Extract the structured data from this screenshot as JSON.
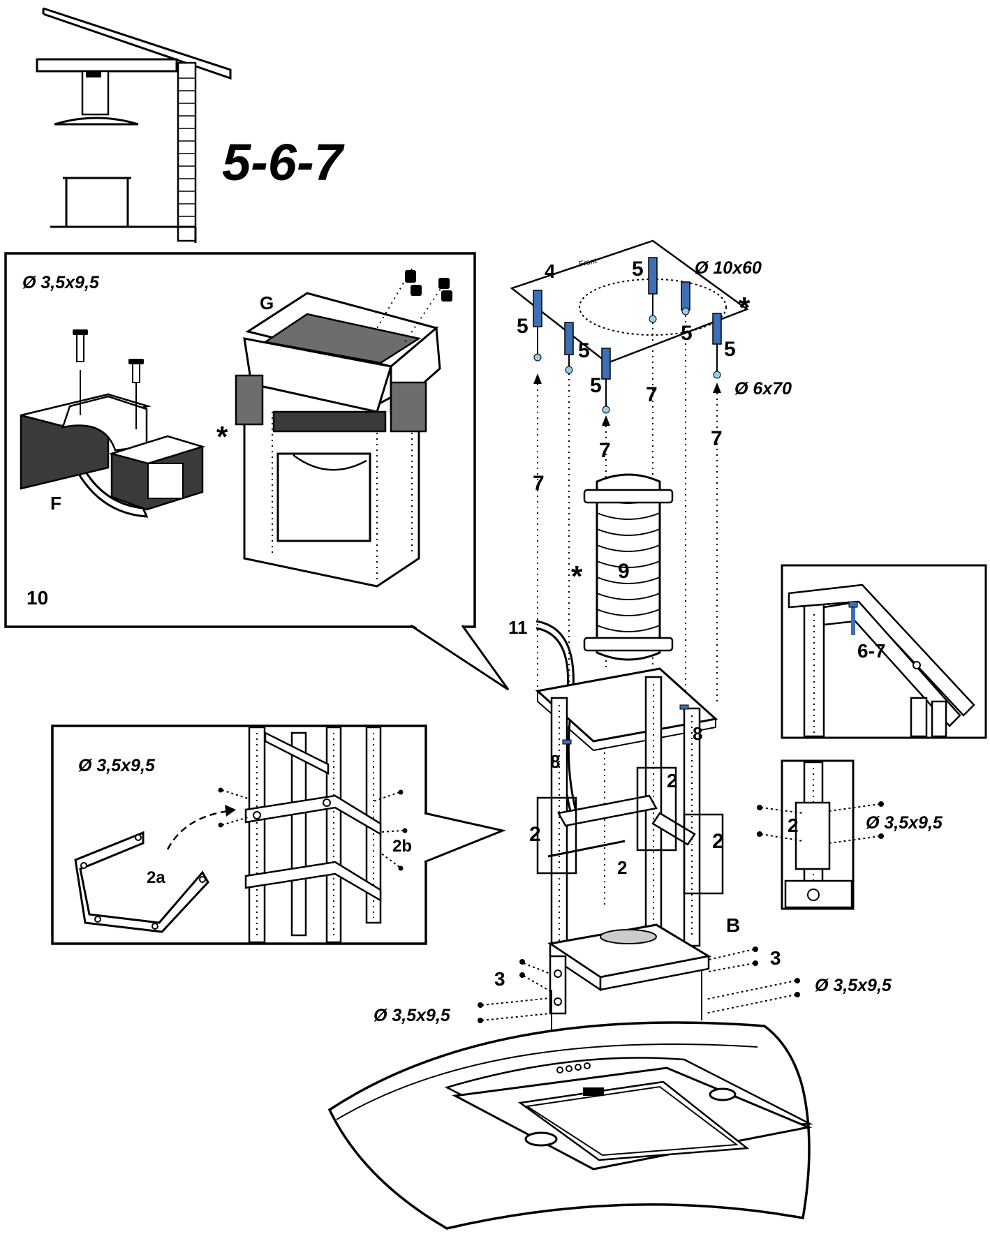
{
  "step_title": "5-6-7",
  "labels": {
    "screw_small": "Ø 3,5x9,5",
    "screw_10x60": "Ø 10x60",
    "screw_6x70": "Ø 6x70",
    "front": "Front",
    "n2": "2",
    "n2a": "2a",
    "n2b": "2b",
    "n3": "3",
    "n4": "4",
    "n5": "5",
    "n6_7": "6-7",
    "n7": "7",
    "n8": "8",
    "n9": "9",
    "n10": "10",
    "n11": "11",
    "letter_b": "B",
    "letter_f": "F",
    "letter_g": "G",
    "asterisk": "*"
  },
  "colors": {
    "line": "#000000",
    "wall_anchor": "#3d6fb6",
    "filter_box": "#6d6d6d"
  }
}
